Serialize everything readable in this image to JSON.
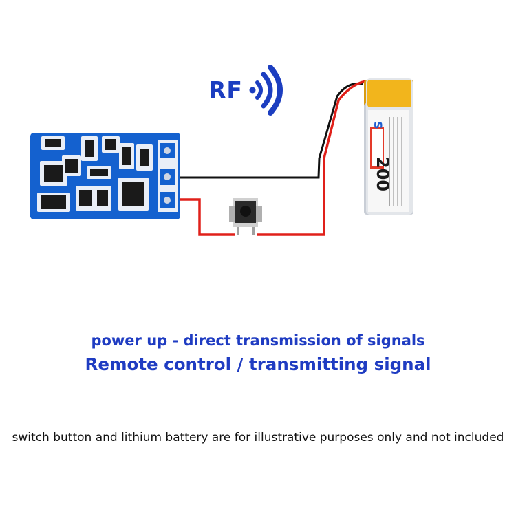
{
  "rf": {
    "label": "RF",
    "icon": "radio-wave-icon",
    "color": "#1c3ec0"
  },
  "battery": {
    "capacity_label": "200",
    "brand_mark": "S"
  },
  "headline": {
    "line1": "power up - direct transmission of signals",
    "line2": "Remote control / transmitting signal",
    "color": "#1f3cc2"
  },
  "note": "switch button and lithium battery are for illustrative purposes only and not included",
  "colors": {
    "pcb": "#0f58c4",
    "wire_red": "#e0201a",
    "wire_black": "#111111",
    "battery_body": "#f2b51c"
  }
}
